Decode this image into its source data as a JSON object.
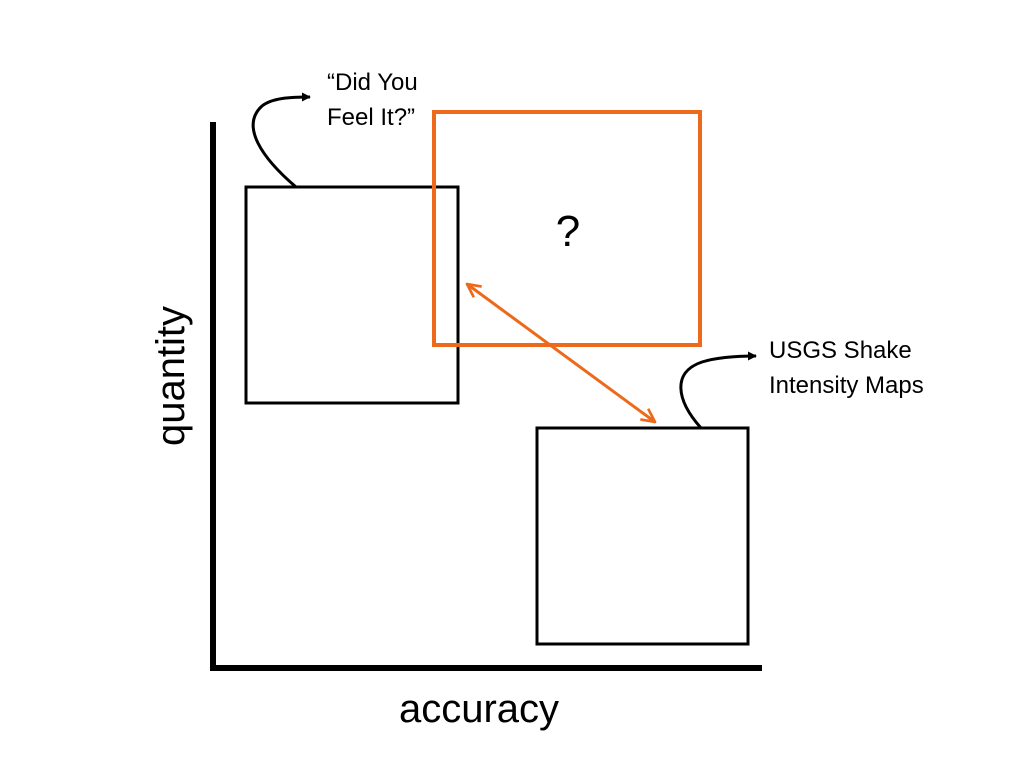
{
  "axes": {
    "x_label": "accuracy",
    "y_label": "quantity"
  },
  "boxes": {
    "dyfi": {
      "label_line1": "“Did You",
      "label_line2": "Feel It?”"
    },
    "usgs": {
      "label_line1": "USGS Shake",
      "label_line2": "Intensity Maps"
    },
    "unknown": {
      "label": "?"
    }
  },
  "colors": {
    "ink": "#000000",
    "accent": "#ee6a1b",
    "background": "#ffffff"
  }
}
